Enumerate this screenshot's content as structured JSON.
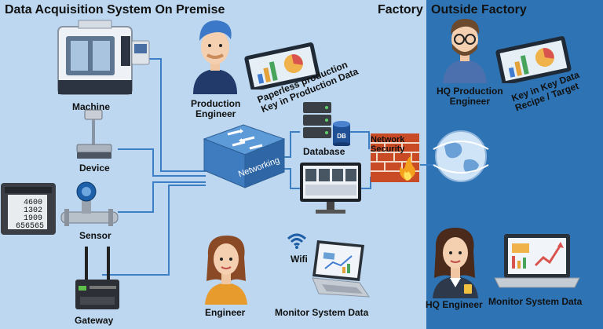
{
  "headers": {
    "on_premise": "Data Acquisition System On Premise",
    "factory": "Factory",
    "outside": "Outside Factory"
  },
  "nodes": {
    "machine": "Machine",
    "device": "Device",
    "sensor": "Sensor",
    "gateway": "Gateway",
    "production_engineer": [
      "Production",
      "Engineer"
    ],
    "tablet_note": [
      "Paperless production",
      "Key in Production Data"
    ],
    "networking": "Networking",
    "database": "Database",
    "db_badge": "DB",
    "network_security": [
      "Network",
      "Security"
    ],
    "wifi": "Wifi",
    "engineer": "Engineer",
    "monitor_system_data": "Monitor System Data",
    "hq_production_engineer": [
      "HQ Production",
      "Engineer"
    ],
    "hq_tablet_note": [
      "Key in Key Data",
      "Recipe / Target"
    ],
    "hq_engineer": "HQ Engineer",
    "hq_monitor_system_data": "Monitor System Data",
    "meter_readings": [
      "4600",
      "1302",
      "1909",
      "656565"
    ]
  },
  "colors": {
    "on_premise_bg": "#bcd7ef",
    "outside_bg": "#2e74b5",
    "connector": "#3d7fc4"
  }
}
